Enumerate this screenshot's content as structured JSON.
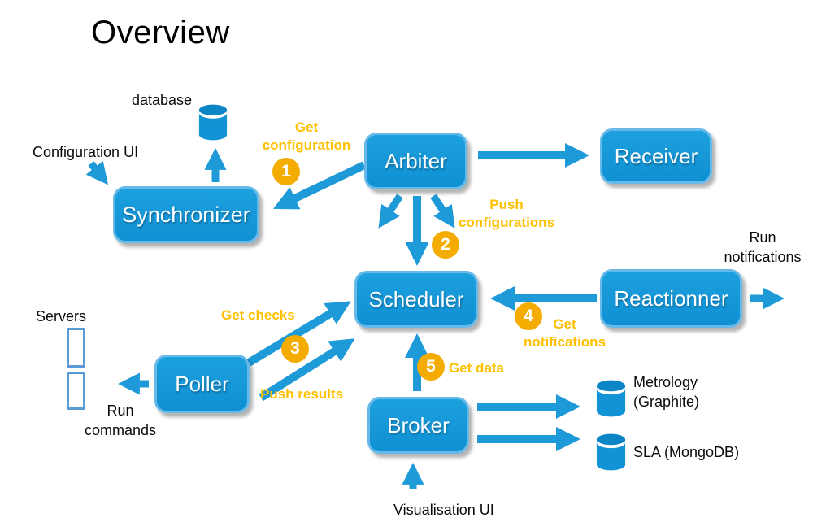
{
  "title": "Overview",
  "boxes": {
    "synchronizer": "Synchronizer",
    "arbiter": "Arbiter",
    "receiver": "Receiver",
    "scheduler": "Scheduler",
    "reactionner": "Reactionner",
    "poller": "Poller",
    "broker": "Broker"
  },
  "labels": {
    "database": "database",
    "configuration_ui": "Configuration UI",
    "get_configuration": "Get configuration",
    "push_configurations": "Push configurations",
    "get_checks": "Get checks",
    "push_results": "Push results",
    "get_notifications": "Get notifications",
    "get_data": "Get data",
    "run_notifications": "Run notifications",
    "run_commands": "Run commands",
    "servers": "Servers",
    "visualisation_ui": "Visualisation UI",
    "metrology": "Metrology (Graphite)",
    "sla": "SLA (MongoDB)"
  },
  "badges": {
    "step1": "1",
    "step2": "2",
    "step3": "3",
    "step4": "4",
    "step5": "5"
  },
  "icons": {
    "database-icon": "blue-cylinder",
    "metrology-db-icon": "blue-cylinder",
    "sla-db-icon": "blue-cylinder",
    "server-icon": "light-blue-rectangle-outline",
    "arrow-icon": "thick-blue-arrow"
  },
  "colors": {
    "node_fill": "#1495D8",
    "node_border": "#66B9E8",
    "arrow": "#1E9AD8",
    "badge_orange": "#F5AC00",
    "label_orange": "#FFC000",
    "server_outline": "#5B9BD5",
    "text": "#000000",
    "node_text": "#FFFFFF",
    "background": "#FFFFFF"
  }
}
